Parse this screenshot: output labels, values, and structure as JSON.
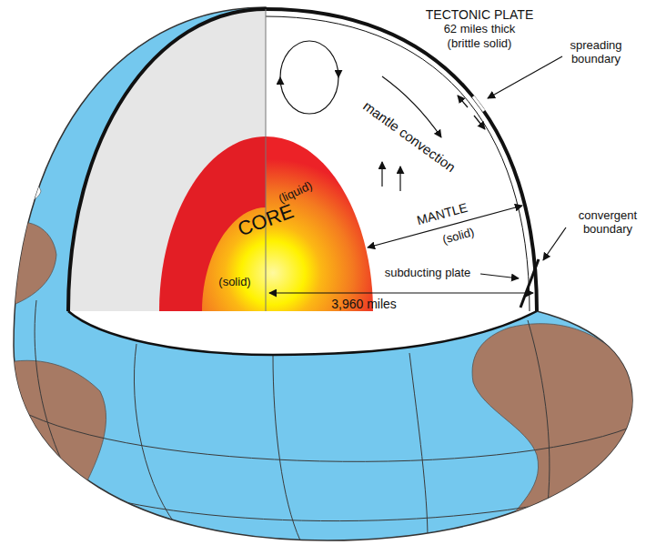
{
  "diagram": {
    "labels": [
      "TECTONIC PLATE",
      "62 miles thick",
      "(brittle solid)",
      "spreading boundary",
      "mantle convection",
      "(liquid)",
      "CORE",
      "MANTLE",
      "(solid)",
      "convergent boundary",
      "(solid)",
      "subducting plate",
      "3,960 miles"
    ]
  }
}
